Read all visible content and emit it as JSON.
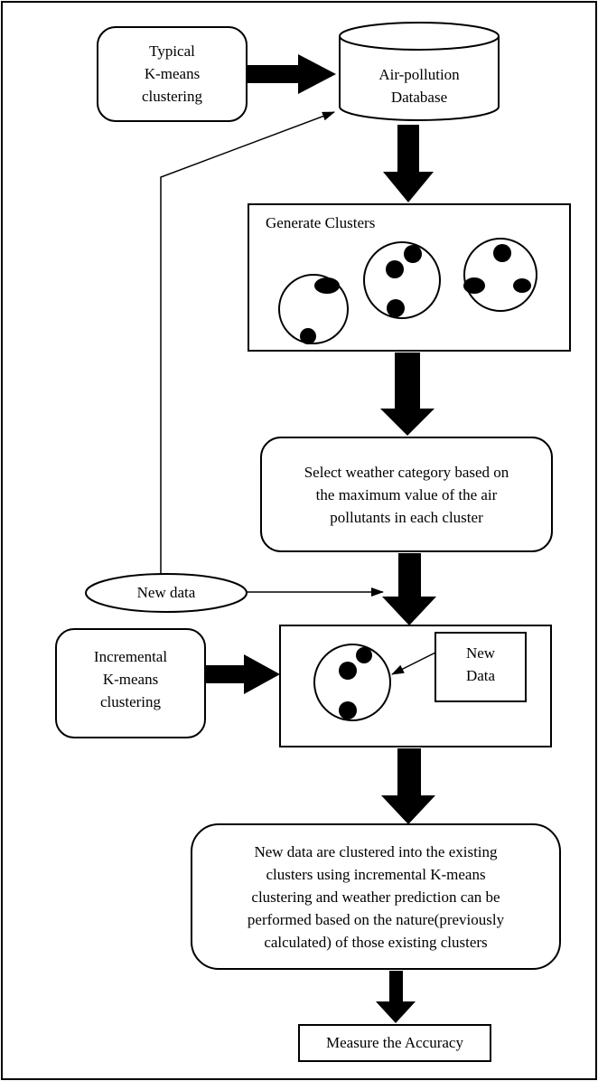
{
  "nodes": {
    "typical_kmeans": {
      "lines": [
        "Typical",
        "K-means",
        "clustering"
      ]
    },
    "database": {
      "lines": [
        "Air-pollution",
        "Database"
      ]
    },
    "generate_clusters": {
      "label": "Generate Clusters"
    },
    "select_category": {
      "lines": [
        "Select weather category based on",
        "the maximum value of the air",
        "pollutants in each cluster"
      ]
    },
    "new_data_input": {
      "label": "New data"
    },
    "incremental_kmeans": {
      "lines": [
        "Incremental",
        "K-means",
        "clustering"
      ]
    },
    "new_data_box": {
      "lines": [
        "New",
        "Data"
      ]
    },
    "result": {
      "lines": [
        "New data are clustered into the existing",
        "clusters using incremental K-means",
        "clustering and weather prediction can be",
        "performed based on the nature(previously",
        "calculated) of those existing clusters"
      ]
    },
    "measure_accuracy": {
      "label": "Measure the Accuracy"
    }
  }
}
